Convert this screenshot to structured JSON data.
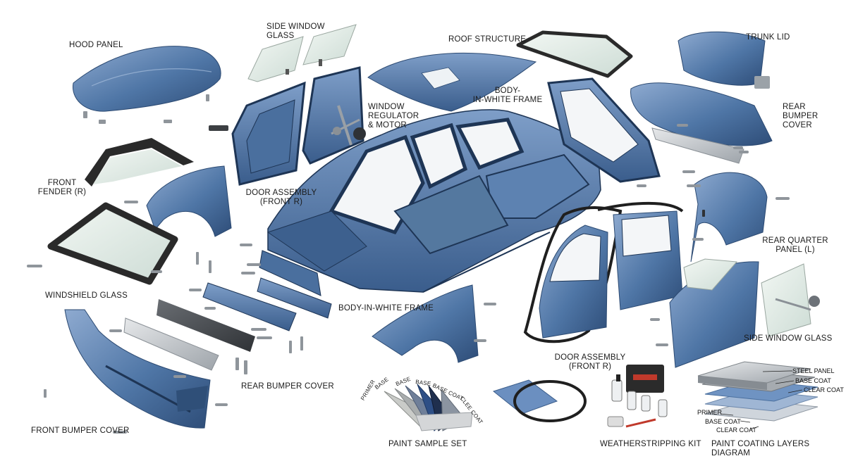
{
  "labels": {
    "hood_panel": "HOOD PANEL",
    "side_window_glass_top": "SIDE WINDOW\nGLASS",
    "roof_structure": "ROOF STRUCTURE",
    "trunk_lid": "TRUNK LID",
    "window_regulator": "WINDOW\nREGULATOR\n& MOTOR",
    "biw_frame_top": "BODY-\nIN-WHITE FRAME",
    "rear_bumper_cover_right": "REAR\nBUMPER\nCOVER",
    "front_fender": "FRONT\nFENDER (R)",
    "door_assembly_front_r_left": "DOOR ASSEMBLY\n(FRONT R)",
    "rear_quarter_panel": "REAR QUARTER\nPANEL (L)",
    "windshield_glass": "WINDSHIELD GLASS",
    "biw_frame_bottom": "BODY-IN-WHITE FRAME",
    "side_window_glass_right": "SIDE WINDOW GLASS",
    "door_assembly_front_r_bottom": "DOOR ASSEMBLY\n(FRONT R)",
    "rear_bumper_cover_bottom": "REAR BUMPER COVER",
    "front_bumper_cover": "FRONT BUMPER COVER",
    "paint_sample_set": "PAINT SAMPLE SET",
    "weatherstripping_kit": "WEATHERSTRIPPING KIT",
    "paint_coating_layers_diagram": "PAINT COATING LAYERS DIAGRAM"
  },
  "paint_swatches": [
    "PRIMER",
    "BASE",
    "BASE",
    "BASE",
    "BASE COAT",
    "CLEE COAT"
  ],
  "coating_layers_right": [
    "STEEL PANEL",
    "BASE COAT",
    "CLEAR COAT"
  ],
  "coating_layers_left": [
    "PRIMER",
    "BASE COAT",
    "CLEAR COAT"
  ],
  "colors": {
    "body_blue": "#4a6f9e",
    "body_blue_light": "#7f9fc6",
    "body_blue_dark": "#2c4a72",
    "glass": "#dfe9e4",
    "glass_frame": "#2a2a2a",
    "steel": "#b9bdc2"
  }
}
